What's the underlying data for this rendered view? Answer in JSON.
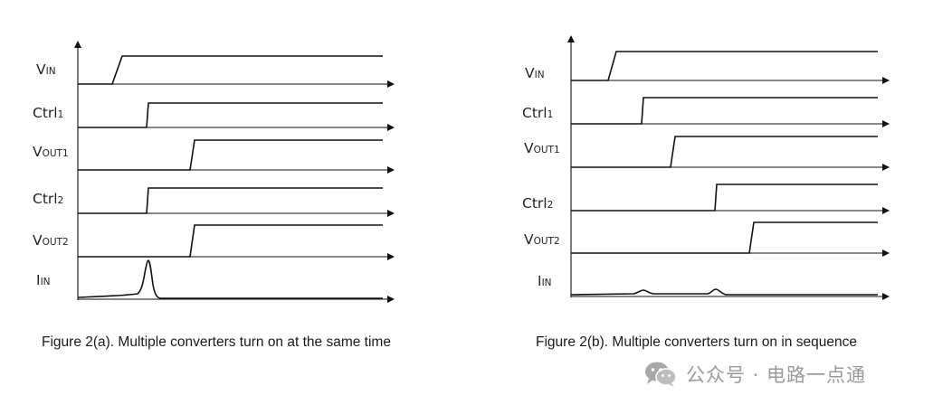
{
  "signals": {
    "vin": {
      "main": "V",
      "sub": "IN"
    },
    "ctrl1": {
      "main": "Ctrl",
      "sub": "1"
    },
    "vout1": {
      "main": "V",
      "sub": "OUT1"
    },
    "ctrl2": {
      "main": "Ctrl",
      "sub": "2"
    },
    "vout2": {
      "main": "V",
      "sub": "OUT2"
    },
    "iin": {
      "main": "I",
      "sub": "IN"
    }
  },
  "captions": {
    "a": "Figure 2(a). Multiple converters turn on at the same time",
    "b": "Figure 2(b). Multiple converters turn on in sequence"
  },
  "watermark": {
    "text": "公众号 · 电路一点通",
    "icon": "wechat-icon"
  },
  "colors": {
    "line": "#111111",
    "text": "#222222",
    "watermark": "#9a9a9a"
  }
}
